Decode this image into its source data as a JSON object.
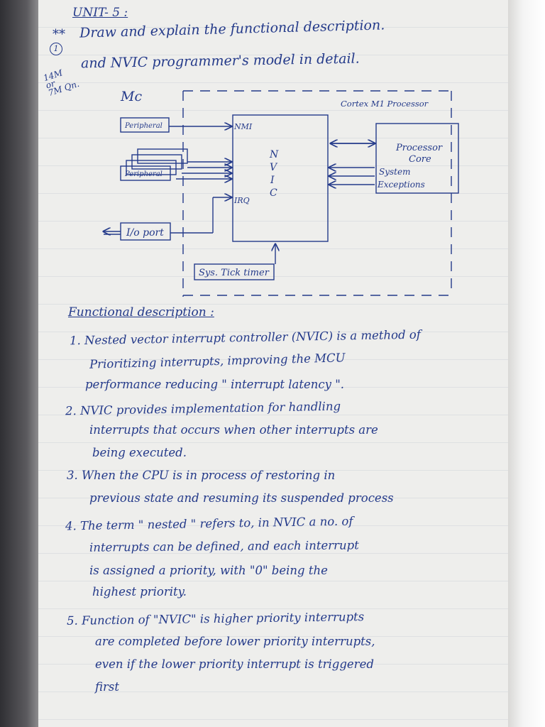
{
  "heading": "UNIT- 5 :",
  "star": "**",
  "question_number": "1",
  "question_line1": "Draw and explain the functional description.",
  "question_line2": "and NVIC programmer's model in detail.",
  "marks_note": "14M\nor\n7M Qn.",
  "diagram": {
    "mc_label": "Mc",
    "processor_label": "Cortex M1 Processor",
    "peripheral_top": "Peripheral",
    "peripheral_mid": "Peripheral",
    "io_port": "I/o port",
    "systick": "Sys. Tick timer",
    "nmi_label": "NMI",
    "irq_label": "IRQ",
    "nvic_letters": [
      "N",
      "V",
      "I",
      "C"
    ],
    "core_lines": [
      "Processor",
      "Core"
    ],
    "system_label": "System",
    "exceptions_label": "Exceptions"
  },
  "functional_heading": "Functional description :",
  "lines": [
    "1. Nested vector interrupt controller (NVIC) is a method of",
    "Prioritizing interrupts, improving the MCU",
    "performance reducing \" interrupt latency \".",
    "2. NVIC provides implementation for handling",
    "interrupts that occurs when other interrupts are",
    "being executed.",
    "3. When the CPU is in process of restoring in",
    "previous state and resuming its suspended process",
    "4. The term \" nested \" refers to, in NVIC a no. of",
    "interrupts can be defined, and each interrupt",
    "is assigned a priority, with \"0\" being the",
    "highest priority.",
    "5. Function of \"NVIC\" is higher priority interrupts",
    "are completed before lower priority interrupts,",
    "even if the lower priority interrupt is triggered",
    "first"
  ]
}
